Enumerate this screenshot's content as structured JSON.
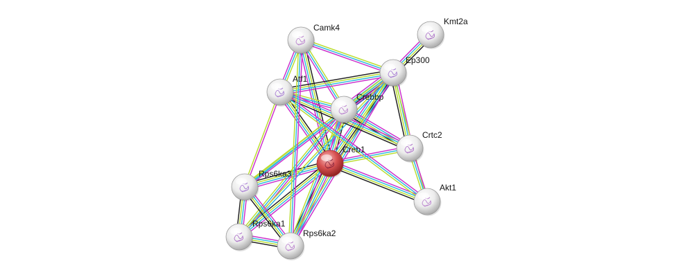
{
  "network": {
    "evidence_colors": {
      "experiments": "#cc33cc",
      "databases": "#33bbdd",
      "textmining": "#bbdd33",
      "coexpression": "#222222",
      "homology": "#4444aa"
    },
    "node_style": {
      "query_color": "#d94848",
      "partner_color": "#eeeeee"
    },
    "nodes": [
      {
        "id": "Creb1",
        "label": "Creb1",
        "query": true
      },
      {
        "id": "Crebbp",
        "label": "Crebbp",
        "query": false
      },
      {
        "id": "Ep300",
        "label": "Ep300",
        "query": false
      },
      {
        "id": "Kmt2a",
        "label": "Kmt2a",
        "query": false
      },
      {
        "id": "Camk4",
        "label": "Camk4",
        "query": false
      },
      {
        "id": "Atf1",
        "label": "Atf1",
        "query": false
      },
      {
        "id": "Crtc2",
        "label": "Crtc2",
        "query": false
      },
      {
        "id": "Akt1",
        "label": "Akt1",
        "query": false
      },
      {
        "id": "Rps6ka3",
        "label": "Rps6ka3",
        "query": false
      },
      {
        "id": "Rps6ka1",
        "label": "Rps6ka1",
        "query": false
      },
      {
        "id": "Rps6ka2",
        "label": "Rps6ka2",
        "query": false
      }
    ],
    "edges": [
      {
        "source": "Creb1",
        "target": "Crebbp",
        "evidence": [
          "experiments",
          "databases",
          "textmining",
          "coexpression"
        ]
      },
      {
        "source": "Creb1",
        "target": "Ep300",
        "evidence": [
          "experiments",
          "databases",
          "textmining",
          "coexpression",
          "homology"
        ]
      },
      {
        "source": "Creb1",
        "target": "Camk4",
        "evidence": [
          "experiments",
          "databases",
          "textmining",
          "coexpression"
        ]
      },
      {
        "source": "Creb1",
        "target": "Atf1",
        "evidence": [
          "experiments",
          "databases",
          "textmining",
          "coexpression"
        ]
      },
      {
        "source": "Creb1",
        "target": "Crtc2",
        "evidence": [
          "experiments",
          "databases",
          "textmining"
        ]
      },
      {
        "source": "Creb1",
        "target": "Akt1",
        "evidence": [
          "experiments",
          "databases",
          "textmining",
          "coexpression"
        ]
      },
      {
        "source": "Creb1",
        "target": "Rps6ka3",
        "evidence": [
          "experiments",
          "databases",
          "textmining",
          "coexpression"
        ]
      },
      {
        "source": "Creb1",
        "target": "Rps6ka1",
        "evidence": [
          "experiments",
          "databases",
          "textmining",
          "coexpression"
        ]
      },
      {
        "source": "Creb1",
        "target": "Rps6ka2",
        "evidence": [
          "experiments",
          "databases",
          "textmining",
          "coexpression"
        ]
      },
      {
        "source": "Crebbp",
        "target": "Ep300",
        "evidence": [
          "experiments",
          "databases",
          "textmining",
          "coexpression",
          "homology"
        ]
      },
      {
        "source": "Crebbp",
        "target": "Camk4",
        "evidence": [
          "experiments",
          "databases",
          "textmining"
        ]
      },
      {
        "source": "Crebbp",
        "target": "Atf1",
        "evidence": [
          "experiments",
          "databases",
          "textmining"
        ]
      },
      {
        "source": "Crebbp",
        "target": "Crtc2",
        "evidence": [
          "experiments",
          "databases",
          "textmining",
          "coexpression"
        ]
      },
      {
        "source": "Crebbp",
        "target": "Rps6ka3",
        "evidence": [
          "databases",
          "textmining"
        ]
      },
      {
        "source": "Crebbp",
        "target": "Rps6ka1",
        "evidence": [
          "experiments",
          "databases",
          "textmining"
        ]
      },
      {
        "source": "Crebbp",
        "target": "Rps6ka2",
        "evidence": [
          "experiments",
          "databases",
          "textmining"
        ]
      },
      {
        "source": "Ep300",
        "target": "Kmt2a",
        "evidence": [
          "experiments",
          "databases",
          "textmining",
          "coexpression"
        ]
      },
      {
        "source": "Ep300",
        "target": "Camk4",
        "evidence": [
          "experiments",
          "databases",
          "textmining"
        ]
      },
      {
        "source": "Ep300",
        "target": "Atf1",
        "evidence": [
          "experiments",
          "databases",
          "textmining",
          "coexpression"
        ]
      },
      {
        "source": "Ep300",
        "target": "Crtc2",
        "evidence": [
          "experiments",
          "databases",
          "textmining",
          "coexpression"
        ]
      },
      {
        "source": "Ep300",
        "target": "Akt1",
        "evidence": [
          "textmining"
        ]
      },
      {
        "source": "Ep300",
        "target": "Rps6ka3",
        "evidence": [
          "experiments",
          "databases",
          "textmining"
        ]
      },
      {
        "source": "Ep300",
        "target": "Rps6ka1",
        "evidence": [
          "databases",
          "textmining"
        ]
      },
      {
        "source": "Ep300",
        "target": "Rps6ka2",
        "evidence": [
          "experiments",
          "databases",
          "textmining"
        ]
      },
      {
        "source": "Atf1",
        "target": "Camk4",
        "evidence": [
          "experiments",
          "databases",
          "textmining"
        ]
      },
      {
        "source": "Atf1",
        "target": "Crtc2",
        "evidence": [
          "experiments",
          "databases",
          "textmining",
          "coexpression"
        ]
      },
      {
        "source": "Atf1",
        "target": "Rps6ka3",
        "evidence": [
          "experiments",
          "textmining"
        ]
      },
      {
        "source": "Atf1",
        "target": "Akt1",
        "evidence": [
          "experiments",
          "databases",
          "textmining"
        ]
      },
      {
        "source": "Camk4",
        "target": "Rps6ka2",
        "evidence": [
          "experiments",
          "databases",
          "textmining"
        ]
      },
      {
        "source": "Crtc2",
        "target": "Akt1",
        "evidence": [
          "experiments",
          "databases",
          "textmining"
        ]
      },
      {
        "source": "Rps6ka3",
        "target": "Rps6ka1",
        "evidence": [
          "experiments",
          "databases",
          "textmining",
          "coexpression"
        ]
      },
      {
        "source": "Rps6ka3",
        "target": "Rps6ka2",
        "evidence": [
          "experiments",
          "databases",
          "textmining",
          "coexpression"
        ]
      },
      {
        "source": "Rps6ka1",
        "target": "Rps6ka2",
        "evidence": [
          "experiments",
          "databases",
          "textmining",
          "coexpression"
        ]
      }
    ]
  }
}
